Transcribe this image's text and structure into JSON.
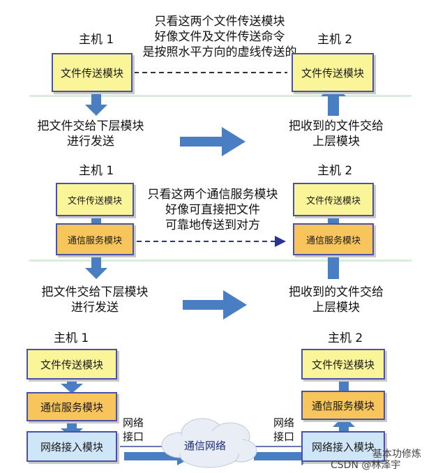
{
  "section1": {
    "host1": "主机 1",
    "host2": "主机 2",
    "note": [
      "只看这两个文件传送模块",
      "好像文件及文件传送命令",
      "是按照水平方向的虚线传送的"
    ],
    "box_left": "文件传送模块",
    "box_right": "文件传送模块"
  },
  "transition1": {
    "left": [
      "把文件交给下层模块",
      "进行发送"
    ],
    "right": [
      "把收到的文件交给",
      "上层模块"
    ]
  },
  "section2": {
    "host1": "主机 1",
    "host2": "主机 2",
    "note": [
      "只看这两个通信服务模块",
      "好像可直接把文件",
      "可靠地传送到对方"
    ],
    "left": [
      "文件传送模块",
      "通信服务模块"
    ],
    "right": [
      "文件传送模块",
      "通信服务模块"
    ]
  },
  "transition2": {
    "left": [
      "把文件交给下层模块",
      "进行发送"
    ],
    "right": [
      "把收到的文件交给",
      "上层模块"
    ]
  },
  "section3": {
    "host1": "主机 1",
    "host2": "主机 2",
    "left": [
      "文件传送模块",
      "通信服务模块",
      "网络接入模块"
    ],
    "right": [
      "文件传送模块",
      "通信服务模块",
      "网络接入模块"
    ],
    "interface_left": [
      "网络",
      "接口"
    ],
    "interface_right": [
      "网络",
      "接口"
    ],
    "cloud": "通信网络"
  },
  "watermark": {
    "line1": "基本功修炼",
    "line2": "CSDN @林泽宇"
  },
  "colors": {
    "yellow": "#fbf59a",
    "orange": "#f8c55d",
    "light_blue": "#cfe6f8",
    "border": "#4a52a8",
    "arrow": "#4a7ec2"
  }
}
